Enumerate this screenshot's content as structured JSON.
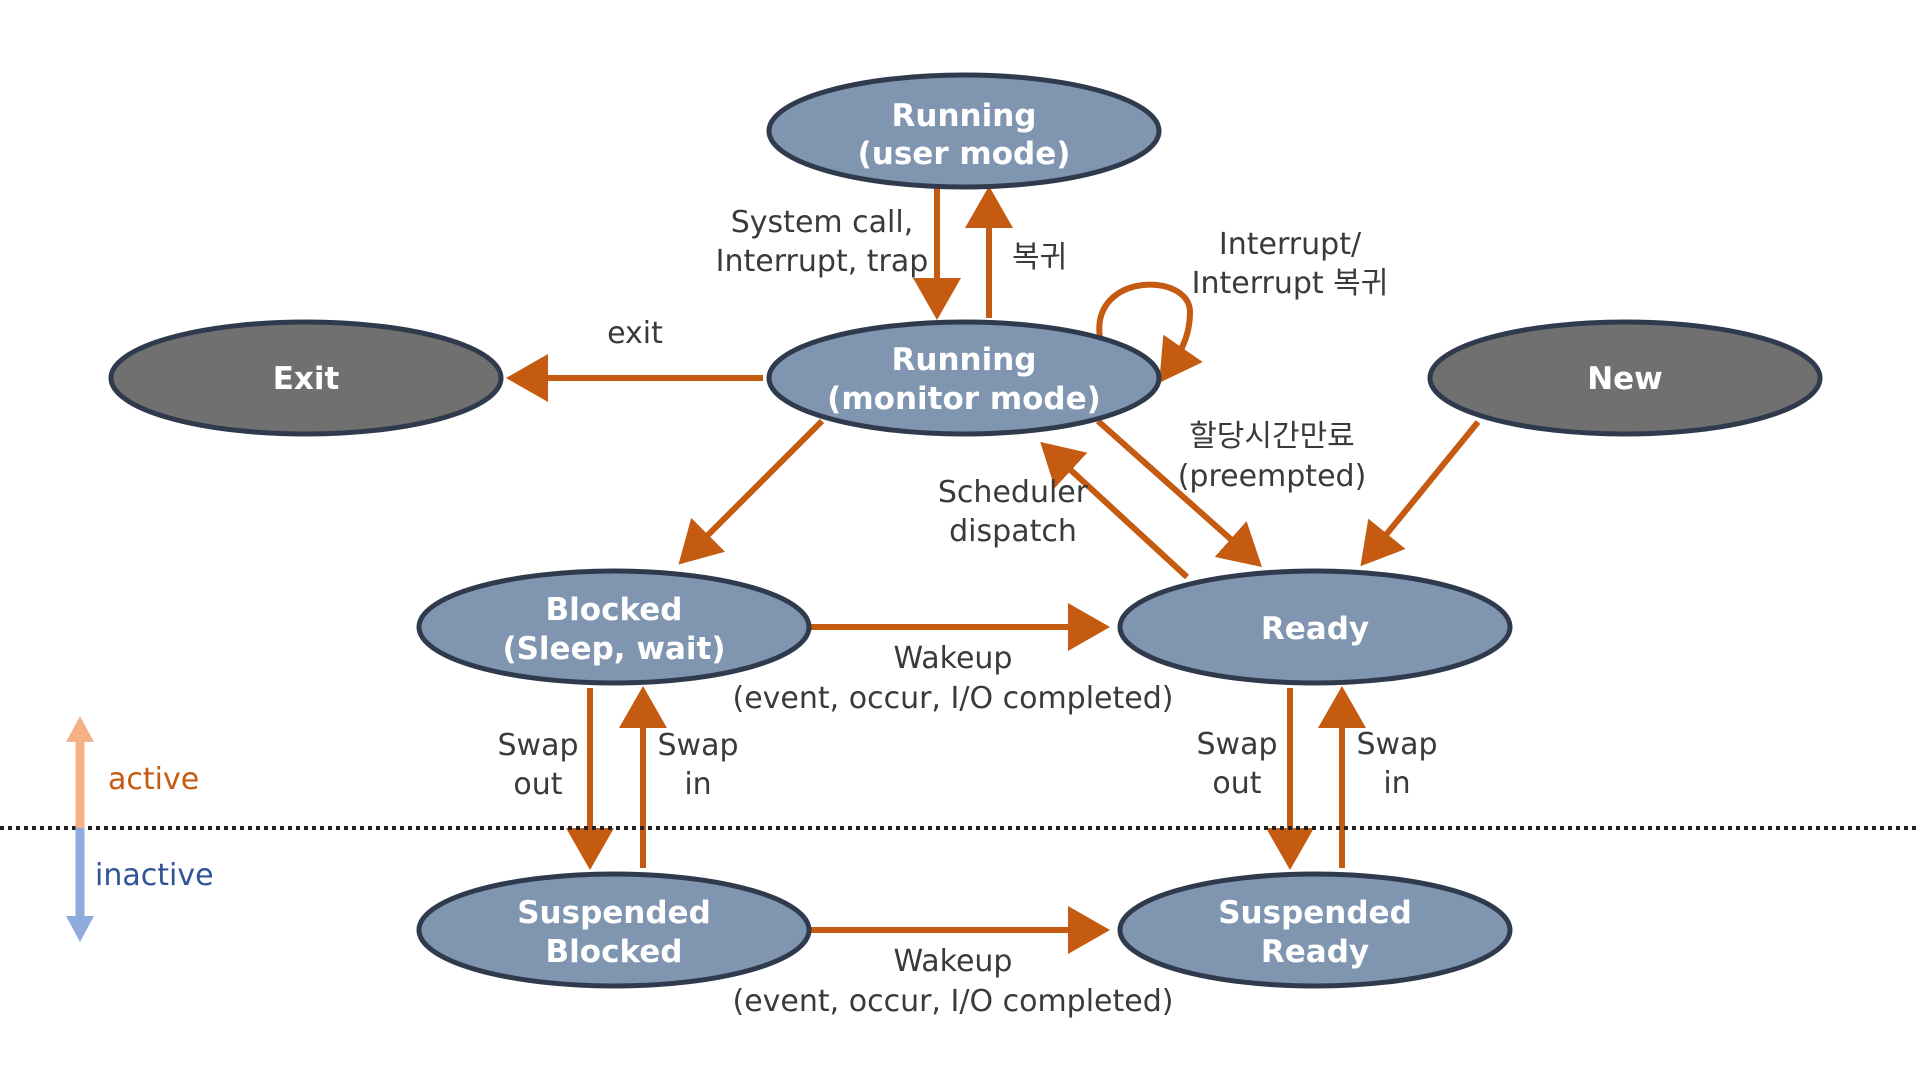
{
  "colors": {
    "node_active_fill": "#7f95b0",
    "node_terminal_fill": "#707070",
    "node_stroke": "#2f3a4d",
    "edge": "#c55a11",
    "text_dark": "#3a3a3a",
    "active": "#c55a11",
    "active_arrow": "#f4b183",
    "inactive": "#2f5597",
    "inactive_arrow": "#8faadc",
    "boundary": "#222222"
  },
  "nodes": {
    "running_user": {
      "line1": "Running",
      "line2": "(user mode)"
    },
    "running_monitor": {
      "line1": "Running",
      "line2": "(monitor mode)"
    },
    "exit": {
      "label": "Exit"
    },
    "new": {
      "label": "New"
    },
    "blocked": {
      "line1": "Blocked",
      "line2": "(Sleep, wait)"
    },
    "ready": {
      "label": "Ready"
    },
    "suspended_blocked": {
      "line1": "Suspended",
      "line2": "Blocked"
    },
    "suspended_ready": {
      "line1": "Suspended",
      "line2": "Ready"
    }
  },
  "edges": {
    "syscall": {
      "line1": "System call,",
      "line2": "Interrupt, trap"
    },
    "return_user": {
      "label": "복귀"
    },
    "interrupt_self": {
      "line1": "Interrupt/",
      "line2": "Interrupt 복귀"
    },
    "exit": {
      "label": "exit"
    },
    "preempted": {
      "line1": "할당시간만료",
      "line2": "(preempted)"
    },
    "dispatch": {
      "line1": "Scheduler",
      "line2": "dispatch"
    },
    "wakeup": {
      "line1": "Wakeup",
      "line2": "(event, occur, I/O completed)"
    },
    "blocked_swap_out": {
      "line1": "Swap",
      "line2": "out"
    },
    "blocked_swap_in": {
      "line1": "Swap",
      "line2": "in"
    },
    "ready_swap_out": {
      "line1": "Swap",
      "line2": "out"
    },
    "ready_swap_in": {
      "line1": "Swap",
      "line2": "in"
    },
    "suspended_wakeup": {
      "line1": "Wakeup",
      "line2": "(event, occur, I/O completed)"
    }
  },
  "legend": {
    "active": "active",
    "inactive": "inactive"
  }
}
